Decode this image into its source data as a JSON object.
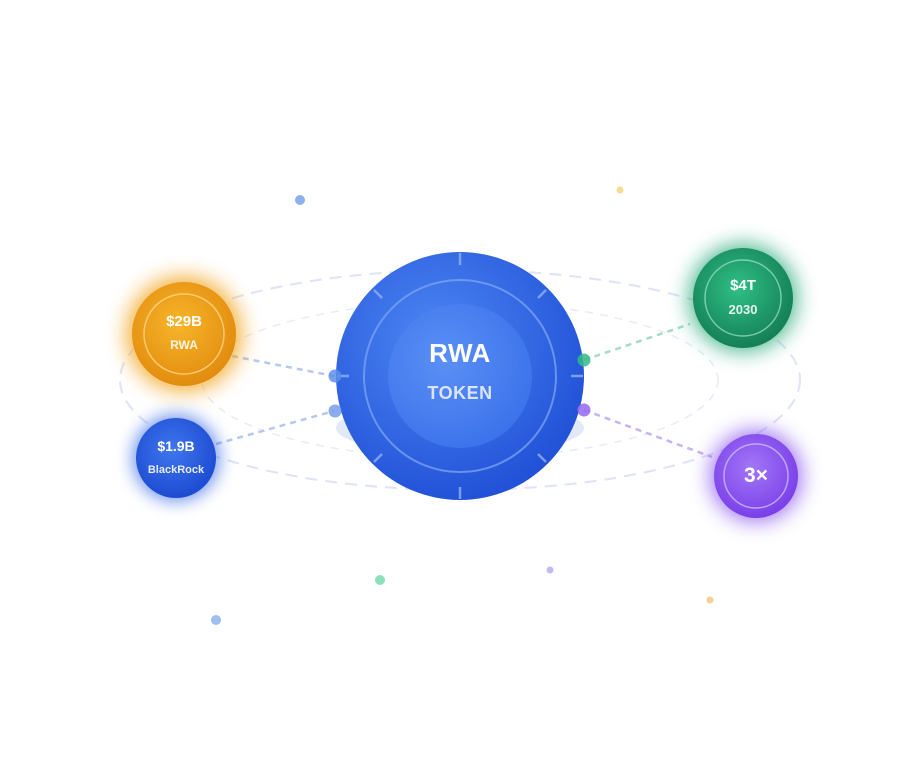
{
  "center": {
    "title": "RWA",
    "subtitle": "TOKEN"
  },
  "nodes": {
    "rwa_market": {
      "value": "$29B",
      "label": "RWA",
      "color": "#f0a51c"
    },
    "blackrock": {
      "value": "$1.9B",
      "label": "BlackRock",
      "color": "#2f64e6"
    },
    "forecast": {
      "value": "$4T",
      "label": "2030",
      "color": "#1f9e6e"
    },
    "multiplier": {
      "value": "3×",
      "color": "#8a55ee"
    }
  },
  "colors": {
    "core": "#2f64e6",
    "orbit": "#dfe6f8"
  }
}
